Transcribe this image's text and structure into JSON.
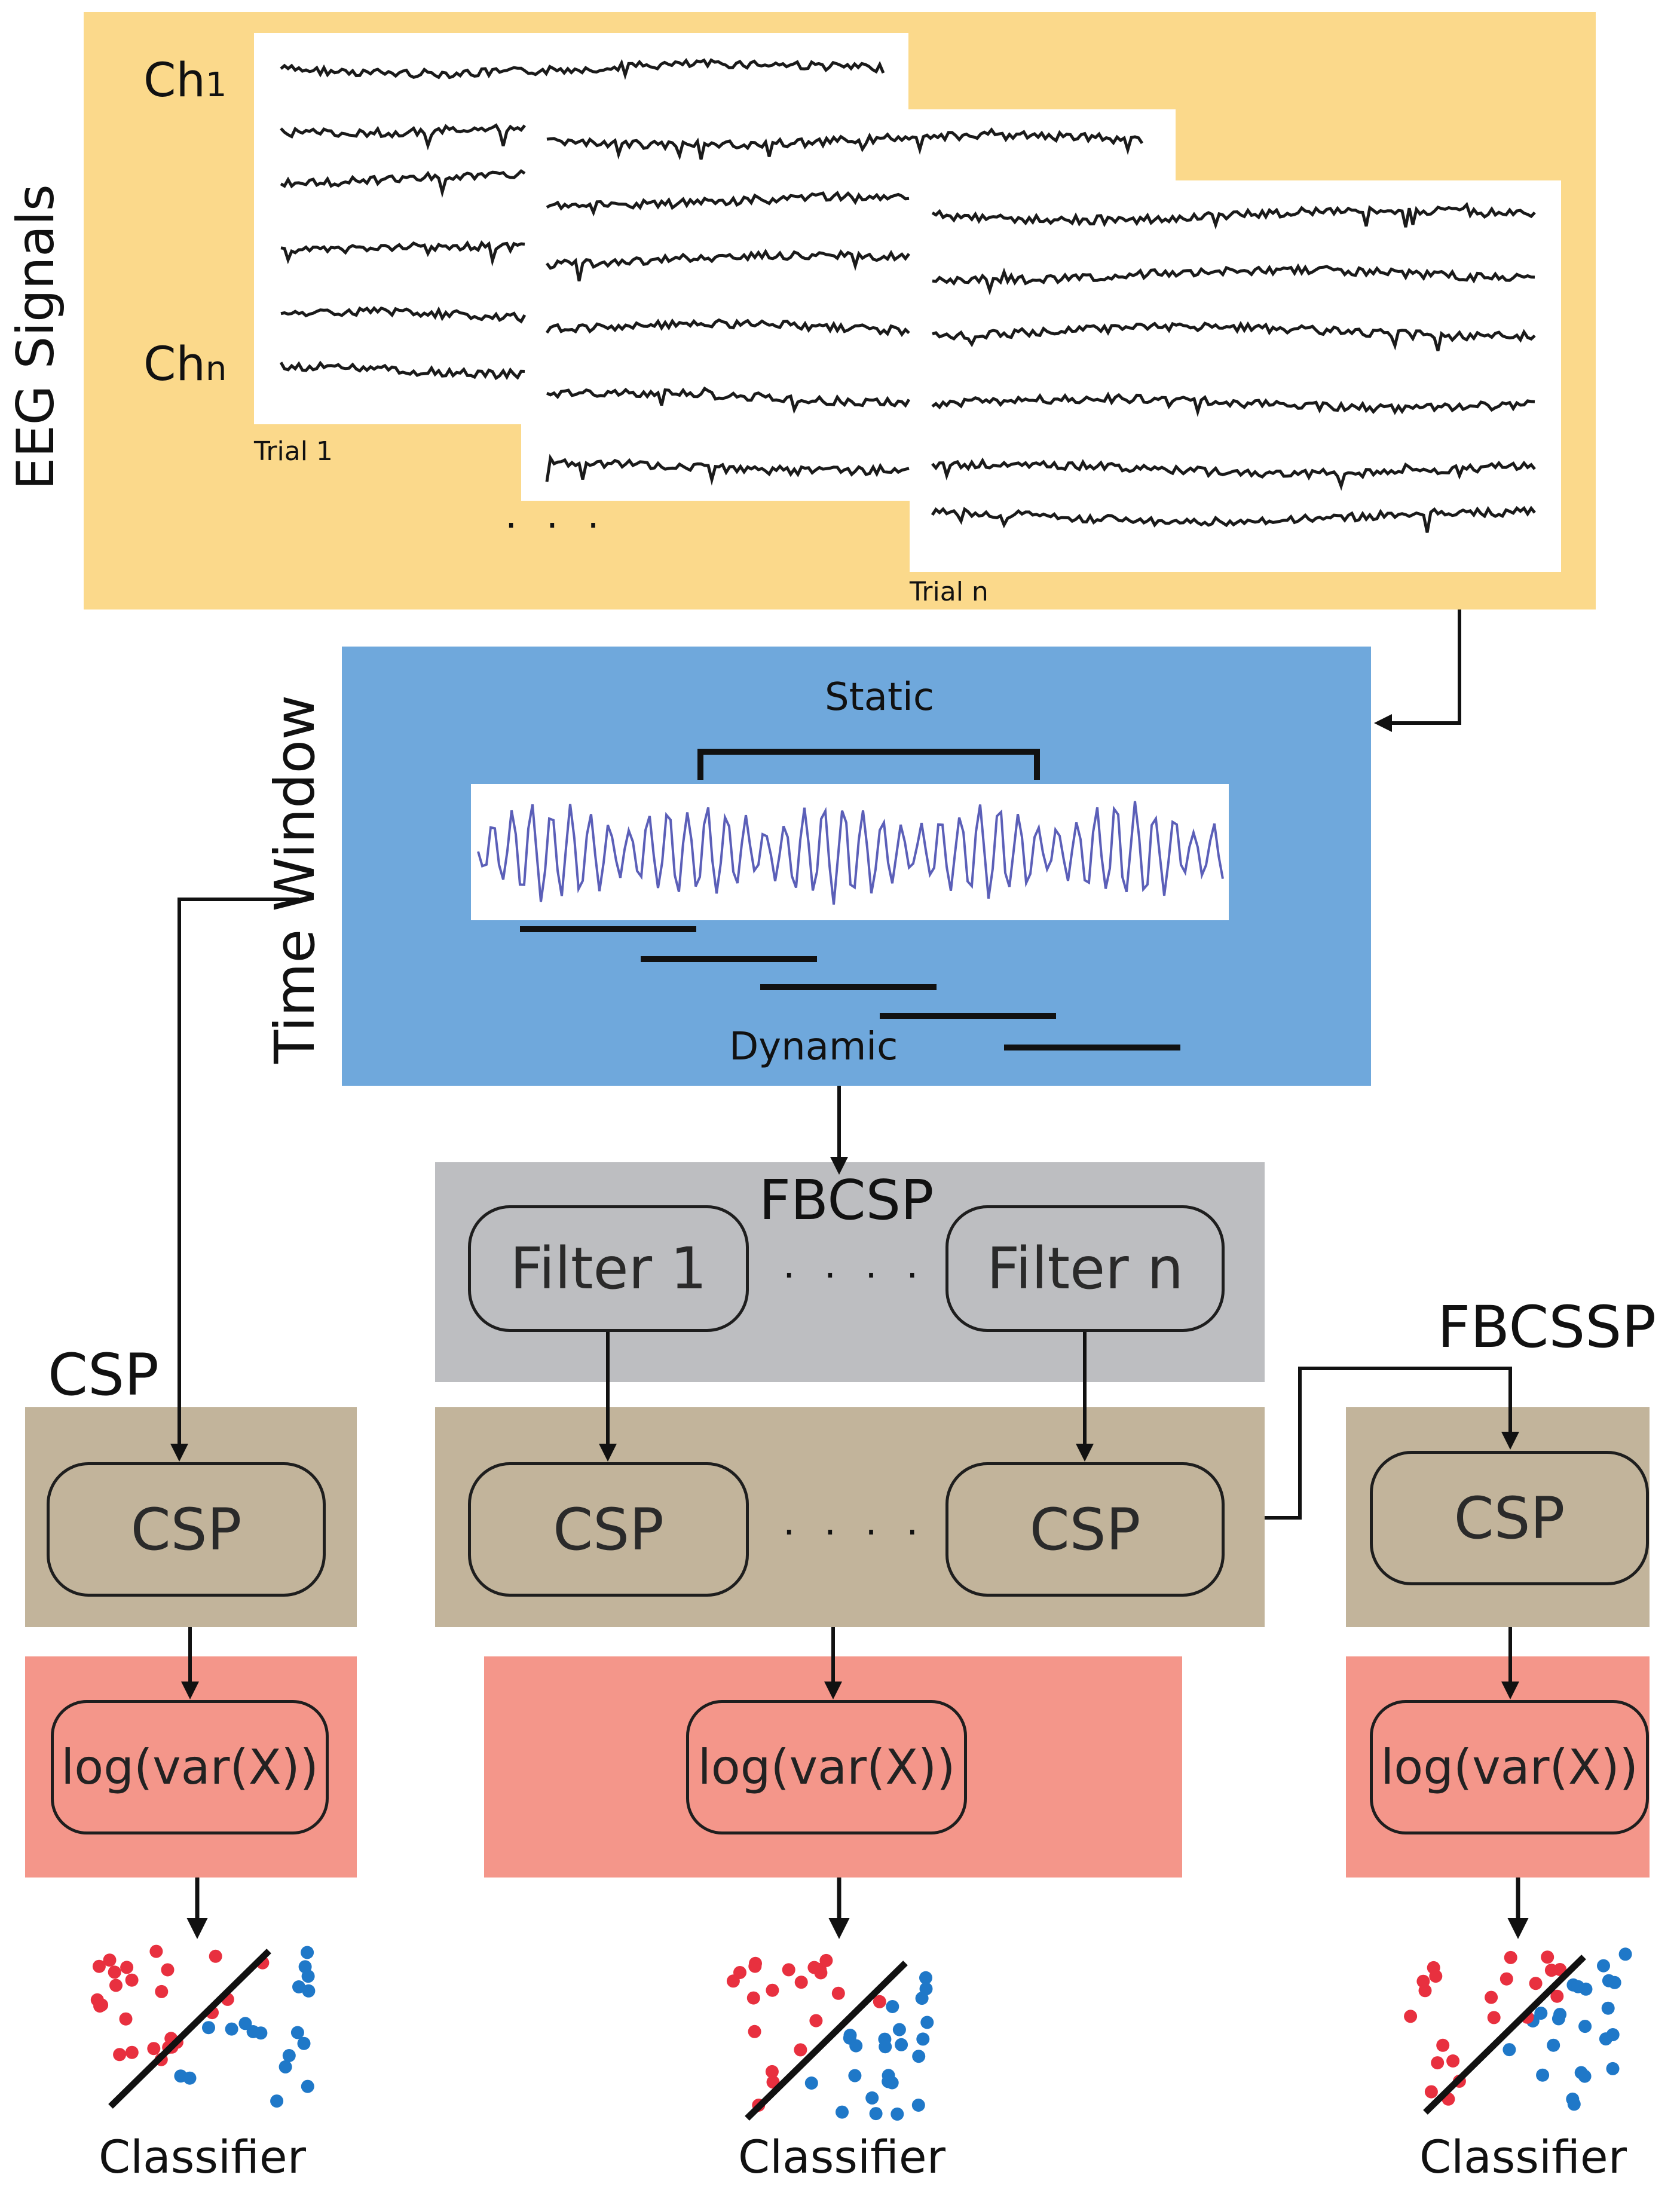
{
  "eeg": {
    "title": "EEG Signals",
    "channel_first_prefix": "Ch",
    "channel_first_sub": "1",
    "channel_last_prefix": "Ch",
    "channel_last_sub": "n",
    "trial_first": "Trial 1",
    "trial_last": "Trial n",
    "ellipsis": ". . ."
  },
  "time_window": {
    "title": "Time Window",
    "static_label": "Static",
    "dynamic_label": "Dynamic"
  },
  "fbcsp": {
    "title": "FBCSP",
    "filter_first": "Filter 1",
    "filter_last": "Filter n",
    "dots": ". . . .",
    "csp_left": "CSP",
    "csp_right": "CSP",
    "csp_dots": ". . . .",
    "log_var": "log(var(X))",
    "classifier": "Classifier"
  },
  "csp_branch": {
    "title": "CSP",
    "csp": "CSP",
    "log_var": "log(var(X))",
    "classifier": "Classifier"
  },
  "fbcssp_branch": {
    "title": "FBCSSP",
    "csp": "CSP",
    "log_var": "log(var(X))",
    "classifier": "Classifier"
  },
  "colors": {
    "eeg_bg": "#fbd98b",
    "time_window_bg": "#6fa8dc",
    "filter_bank_bg": "#bdbec1",
    "csp_bg": "#c2b49b",
    "log_var_bg": "#f4968a",
    "class_a": "#e8303f",
    "class_b": "#1f78c8",
    "signal": "#5b5fb8"
  }
}
